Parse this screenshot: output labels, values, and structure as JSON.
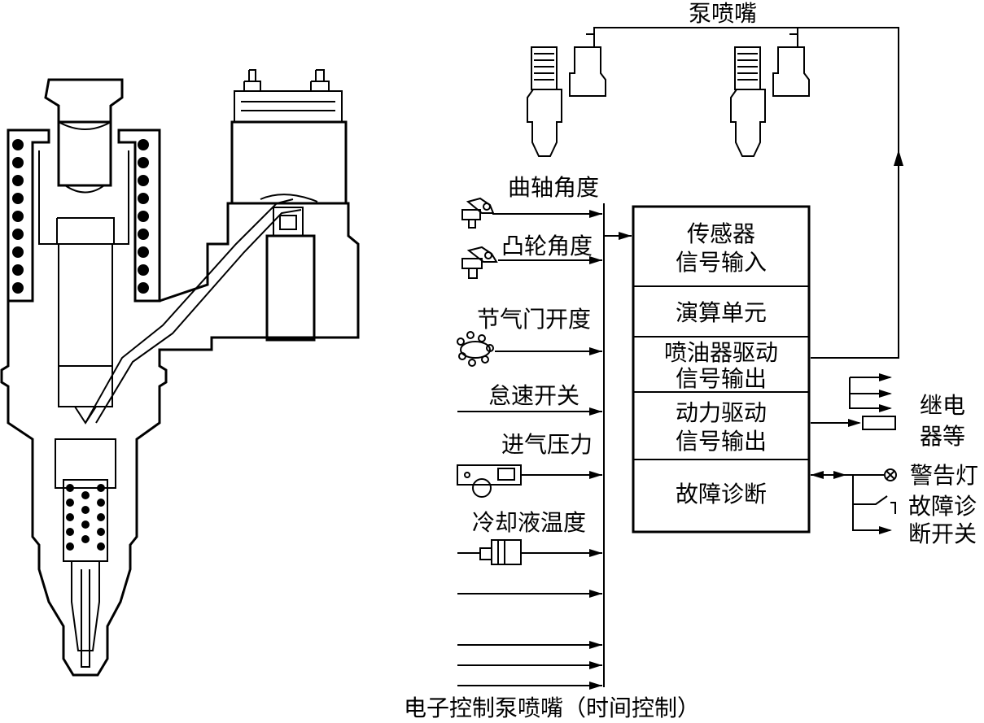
{
  "top_label": "泵喷嘴",
  "caption": "电子控制泵喷嘴（时间控制）",
  "inputs": {
    "crank_angle": "曲轴角度",
    "cam_angle": "凸轮角度",
    "throttle": "节气门开度",
    "idle_switch": "怠速开关",
    "intake_pressure": "进气压力",
    "coolant_temp": "冷却液温度"
  },
  "ecu": {
    "sensor_input": [
      "传感器",
      "信号输入"
    ],
    "compute_unit": "演算单元",
    "injector_drive": [
      "喷油器驱动",
      "信号输出"
    ],
    "power_drive": [
      "动力驱动",
      "信号输出"
    ],
    "diagnosis": "故障诊断"
  },
  "outputs": {
    "relay": [
      "继电",
      "器等"
    ],
    "warning_lamp": "警告灯",
    "diag_switch": [
      "故障诊",
      "断开关"
    ]
  },
  "icons": [
    "crank-sensor-icon",
    "cam-sensor-icon",
    "throttle-sensor-icon",
    "pressure-sensor-icon",
    "temp-sensor-icon",
    "injector-icon",
    "relay-icon",
    "lamp-icon",
    "switch-icon"
  ]
}
